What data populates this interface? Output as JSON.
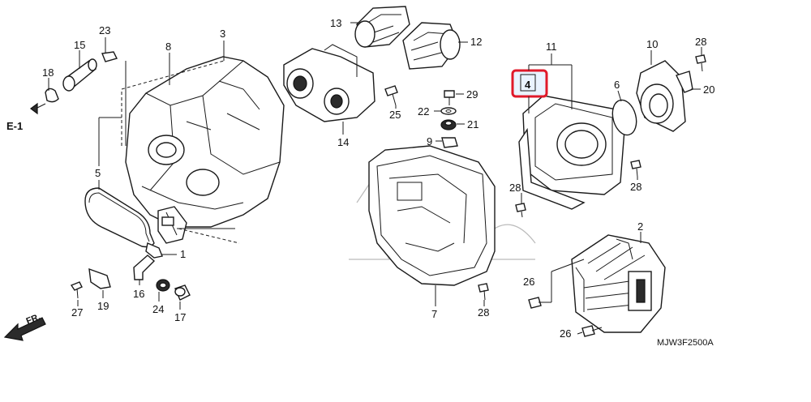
{
  "labels": {
    "p1": "1",
    "p2": "2",
    "p3": "3",
    "p4": "4",
    "p5": "5",
    "p6": "6",
    "p7": "7",
    "p8": "8",
    "p9": "9",
    "p10": "10",
    "p11": "11",
    "p12": "12",
    "p13": "13",
    "p14": "14",
    "p15": "15",
    "p16": "16",
    "p17": "17",
    "p18": "18",
    "p19": "19",
    "p20": "20",
    "p21": "21",
    "p22": "22",
    "p23": "23",
    "p24": "24",
    "p25": "25",
    "p26a": "26",
    "p26b": "26",
    "p27": "27",
    "p28a": "28",
    "p28b": "28",
    "p28c": "28",
    "p28d": "28",
    "p29": "29"
  },
  "ref_e1": "E-1",
  "direction_fr": "FR.",
  "diagram_code": "MJW3F2500A",
  "highlight_color": "#e0192a",
  "highlighted_part": "4"
}
